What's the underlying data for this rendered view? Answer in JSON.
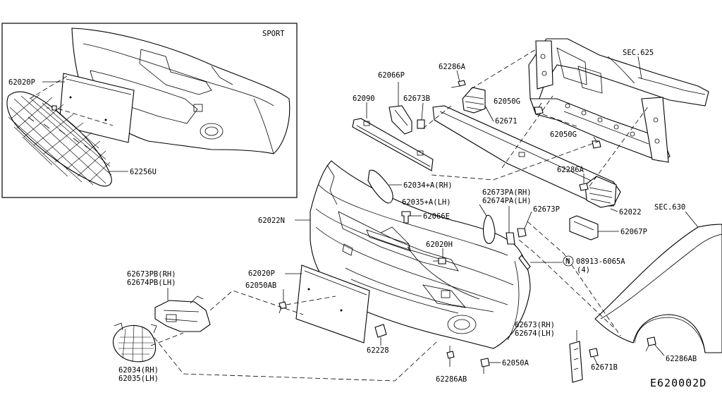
{
  "diagram": {
    "inset_title": "SPORT",
    "corner_code": "E620002D",
    "labels": {
      "p62020P_inset": "62020P",
      "p62256U": "62256U",
      "p62066P": "62066P",
      "p62090": "62090",
      "p62286A_top": "62286A",
      "p62673B": "62673B",
      "p62671": "62671",
      "p62050G_1": "62050G",
      "p62050G_2": "62050G",
      "sec625": "SEC.625",
      "p62286A_mid": "62286A",
      "p62034": "62034+A(RH)",
      "p62035": "62035+A(LH)",
      "p62066E": "62066E",
      "p62673PA": "62673PA(RH)",
      "p62674PA": "62674PA(LH)",
      "p62673P": "62673P",
      "p62022": "62022",
      "sec630": "SEC.630",
      "p62067P": "62067P",
      "p62022N": "62022N",
      "p62020H": "62020H",
      "p08913": "08913-6065A",
      "p08913_qty": "(4)",
      "p08913_circle": "N",
      "p62673PB": "62673PB(RH)",
      "p62674PB": "62674PB(LH)",
      "p62020P": "62020P",
      "p62050AB": "62050AB",
      "p62228": "62228",
      "p62673": "62673(RH)",
      "p62674": "62674(LH)",
      "p62286AB_right": "62286AB",
      "p62034b": "62034(RH)",
      "p62035b": "62035(LH)",
      "p62286AB_bottom": "62286AB",
      "p62050A": "62050A",
      "p62671B": "62671B"
    }
  }
}
